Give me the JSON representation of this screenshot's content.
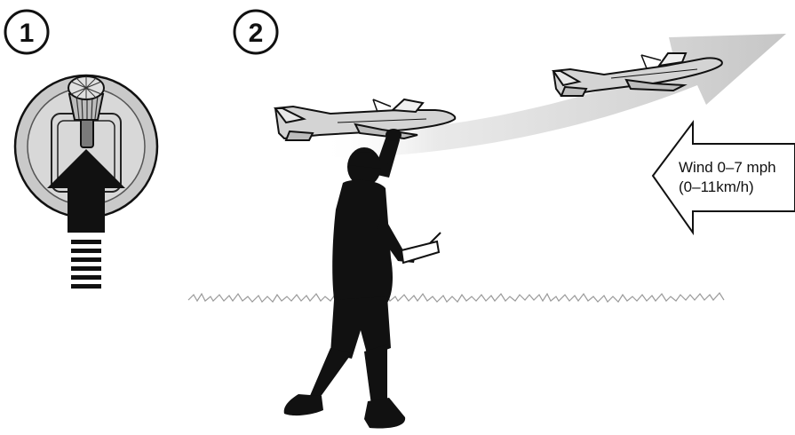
{
  "steps": [
    {
      "number": "1"
    },
    {
      "number": "2"
    }
  ],
  "wind": {
    "line1": "Wind 0–7 mph",
    "line2": "(0–11km/h)"
  },
  "colors": {
    "ink": "#111111",
    "dial_fill": "#c9c9c9",
    "aircraft_fill": "#d4d4d4",
    "trail": "#c8c8c8",
    "grass": "#9a9a9a"
  },
  "icons": [
    "throttle-stick-icon",
    "up-arrow-icon",
    "wind-arrow-icon",
    "airplane-icon",
    "person-silhouette-icon",
    "transmitter-icon"
  ]
}
